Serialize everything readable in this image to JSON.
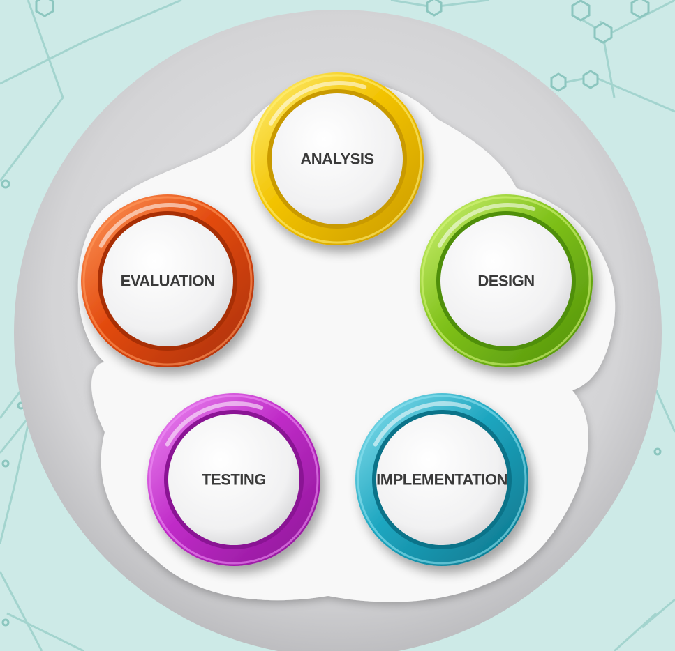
{
  "diagram": {
    "stages": [
      {
        "id": "analysis",
        "label": "ANALYSIS",
        "color": "#f2c200",
        "dark": "#c99a00",
        "light": "#fff07a"
      },
      {
        "id": "design",
        "label": "DESIGN",
        "color": "#7fc11a",
        "dark": "#4f8f0a",
        "light": "#d4f57a"
      },
      {
        "id": "implementation",
        "label": "IMPLEMENTATION",
        "color": "#1ea6c0",
        "dark": "#0b7389",
        "light": "#8fe3f0"
      },
      {
        "id": "testing",
        "label": "TESTING",
        "color": "#c02cc8",
        "dark": "#8a1494",
        "light": "#ef8ff5"
      },
      {
        "id": "evaluation",
        "label": "EVALUATION",
        "color": "#e24a0e",
        "dark": "#a82f05",
        "light": "#ff9a5e"
      }
    ],
    "colors": {
      "background": "#cdeae7",
      "network_lines": "#9fd2cc",
      "disc": "#d3d3d5",
      "blob": "#f7f7f7",
      "text": "#3a3a3a"
    }
  }
}
